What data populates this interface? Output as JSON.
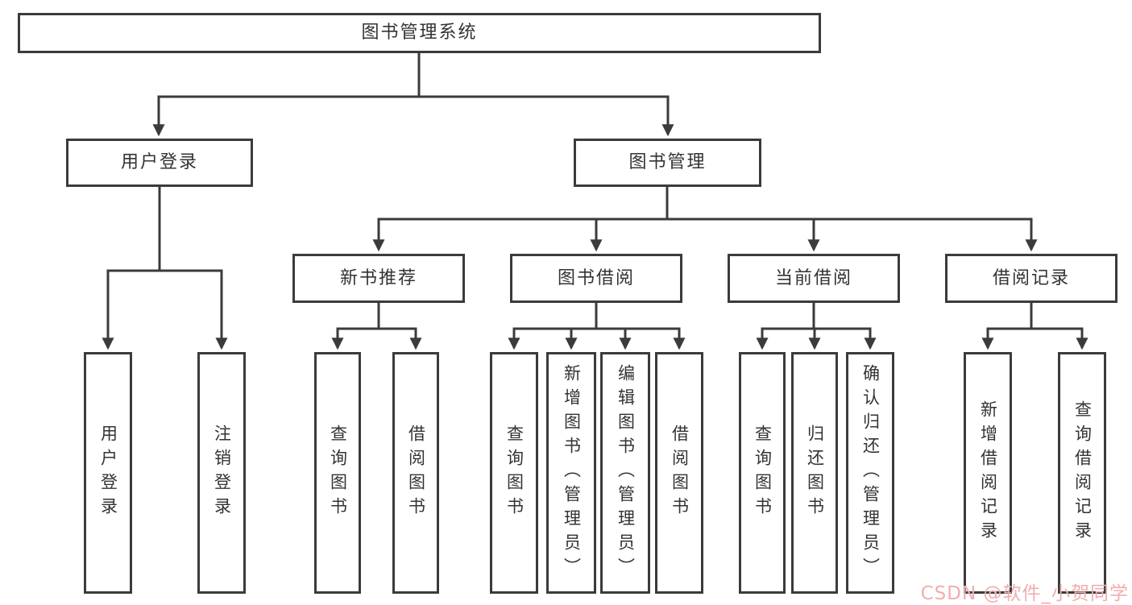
{
  "diagram": {
    "colors": {
      "line": "#3b3b3b",
      "text": "#333333",
      "background": "#ffffff",
      "watermark": "#f0aeae"
    },
    "nodes": {
      "root": "图书管理系统",
      "user_login": "用户登录",
      "book_management": "图书管理",
      "new_book_recommend": "新书推荐",
      "book_borrow": "图书借阅",
      "current_borrow": "当前借阅",
      "borrow_records": "借阅记录",
      "leaf_user_login": "用户登录",
      "leaf_logout": "注销登录",
      "leaf_query_books_recommend": "查询图书",
      "leaf_borrow_books_recommend": "借阅图书",
      "leaf_query_books_borrow": "查询图书",
      "leaf_add_books_admin": "新增图书（管理员）",
      "leaf_edit_books_admin": "编辑图书（管理员）",
      "leaf_borrow_books": "借阅图书",
      "leaf_query_books_current": "查询图书",
      "leaf_return_books": "归还图书",
      "leaf_confirm_return_admin": "确认归还（管理员）",
      "leaf_add_borrow_record": "新增借阅记录",
      "leaf_query_borrow_record": "查询借阅记录"
    },
    "watermark": "CSDN @软件_小贺同学"
  }
}
